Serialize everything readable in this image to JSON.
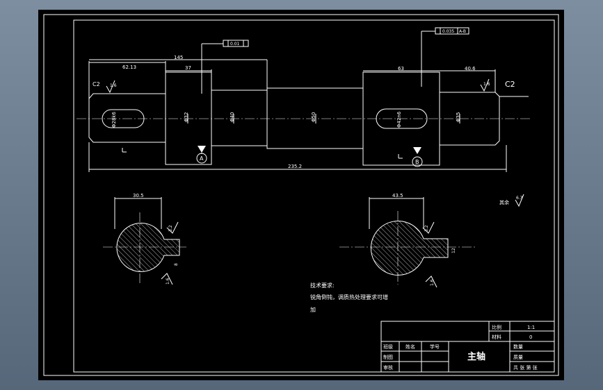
{
  "shaft": {
    "chamfer_left": "C2",
    "chamfer_right": "C2",
    "dim_overall": "235.2",
    "dim_left_step": "62.13",
    "dim_top_span": "145",
    "dim_bearing_left": "37",
    "dim_right_key": "63",
    "dim_right_end": "40.6",
    "dia_left_end": "Φ28k6",
    "dia_bearing_left": "Φ32",
    "dia_step": "Φ40",
    "dia_middle": "Φ50",
    "dia_bearing_right": "Φ42n6",
    "dia_right_end": "Φ35",
    "tol_left_label": "0.01",
    "tol_right_label": "0.035",
    "tol_right_datum": "A-B",
    "datum_left": "A",
    "datum_right": "B",
    "rough_left_end": "1.6",
    "rough_right_end": "1.6"
  },
  "sections": {
    "left_width": "30.5",
    "right_width": "43.5",
    "left_key": "8",
    "right_key": "12",
    "rough_a": "3.2",
    "rough_b": "1.6"
  },
  "other_roughness": {
    "label": "其余",
    "value": "6.3"
  },
  "requirements": {
    "heading": "技术要求:",
    "line1": "锐角倒钝，调质热处理要求可增",
    "line2": "加"
  },
  "title_block": {
    "part_name": "主轴",
    "scale_label": "比例",
    "scale_value": "1:1",
    "material_label": "材料",
    "material_value": "0",
    "row1": [
      "班级",
      "姓名",
      "学号"
    ],
    "drawn_label": "制图",
    "checked_label": "审核",
    "quantity_label": "数量",
    "weight_label": "质量",
    "sheets_label": "共 张 第 张"
  }
}
